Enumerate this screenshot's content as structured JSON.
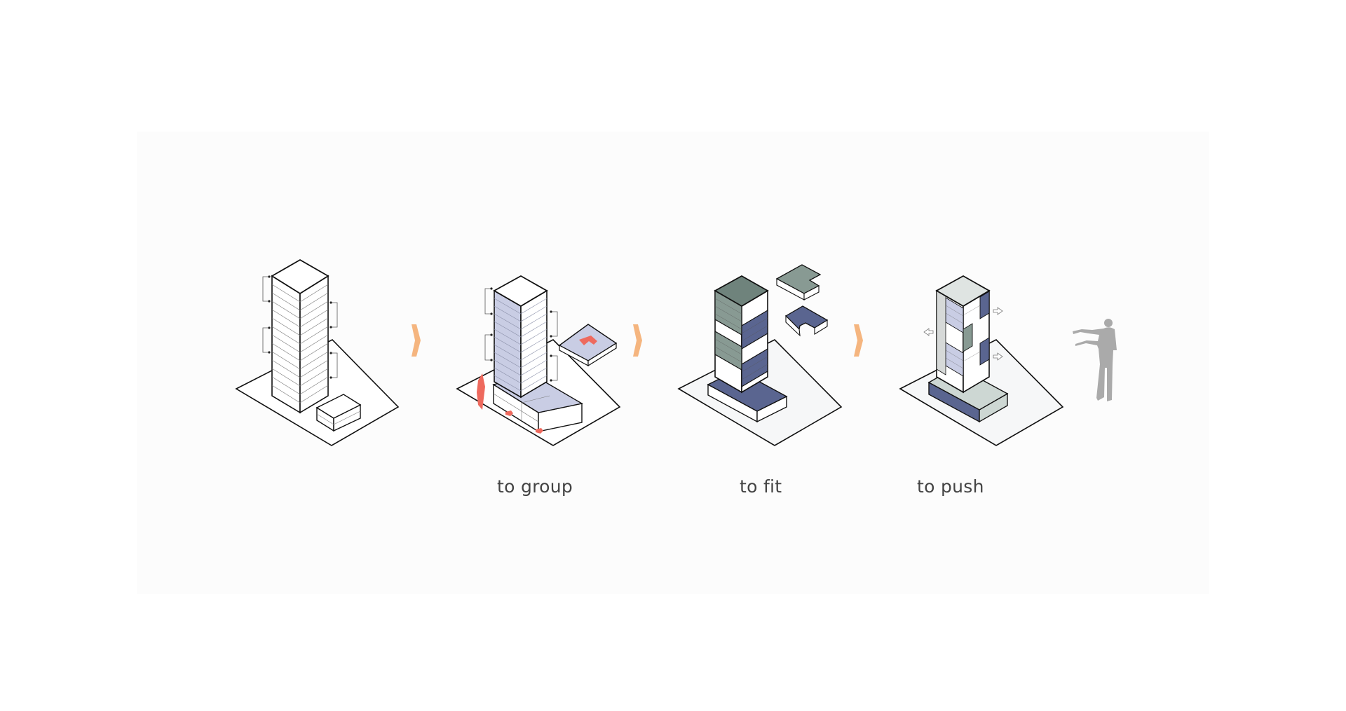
{
  "steps": [
    {
      "id": "initial",
      "caption": ""
    },
    {
      "id": "group",
      "caption": "to group"
    },
    {
      "id": "fit",
      "caption": "to fit"
    },
    {
      "id": "push",
      "caption": "to push"
    }
  ],
  "captions": {
    "group": "to group",
    "fit": "to fit",
    "push": "to push"
  },
  "icons": [
    "step-arrow-icon",
    "grouping-arrow-icon",
    "push-arrow-icon",
    "human-scale-figure-icon"
  ],
  "colors": {
    "background": "#ffffff",
    "panel": "#fafafa",
    "site": "#f6f7f8",
    "outline": "#111111",
    "step_arrow": "#f5b57f",
    "group_arrow": "#ee6a5e",
    "lavender": "#c9cde4",
    "navy": "#5a6590",
    "sage": "#889a93",
    "light_sage": "#cdd7d3",
    "figure": "#aaaaaa",
    "caption": "#444444"
  }
}
